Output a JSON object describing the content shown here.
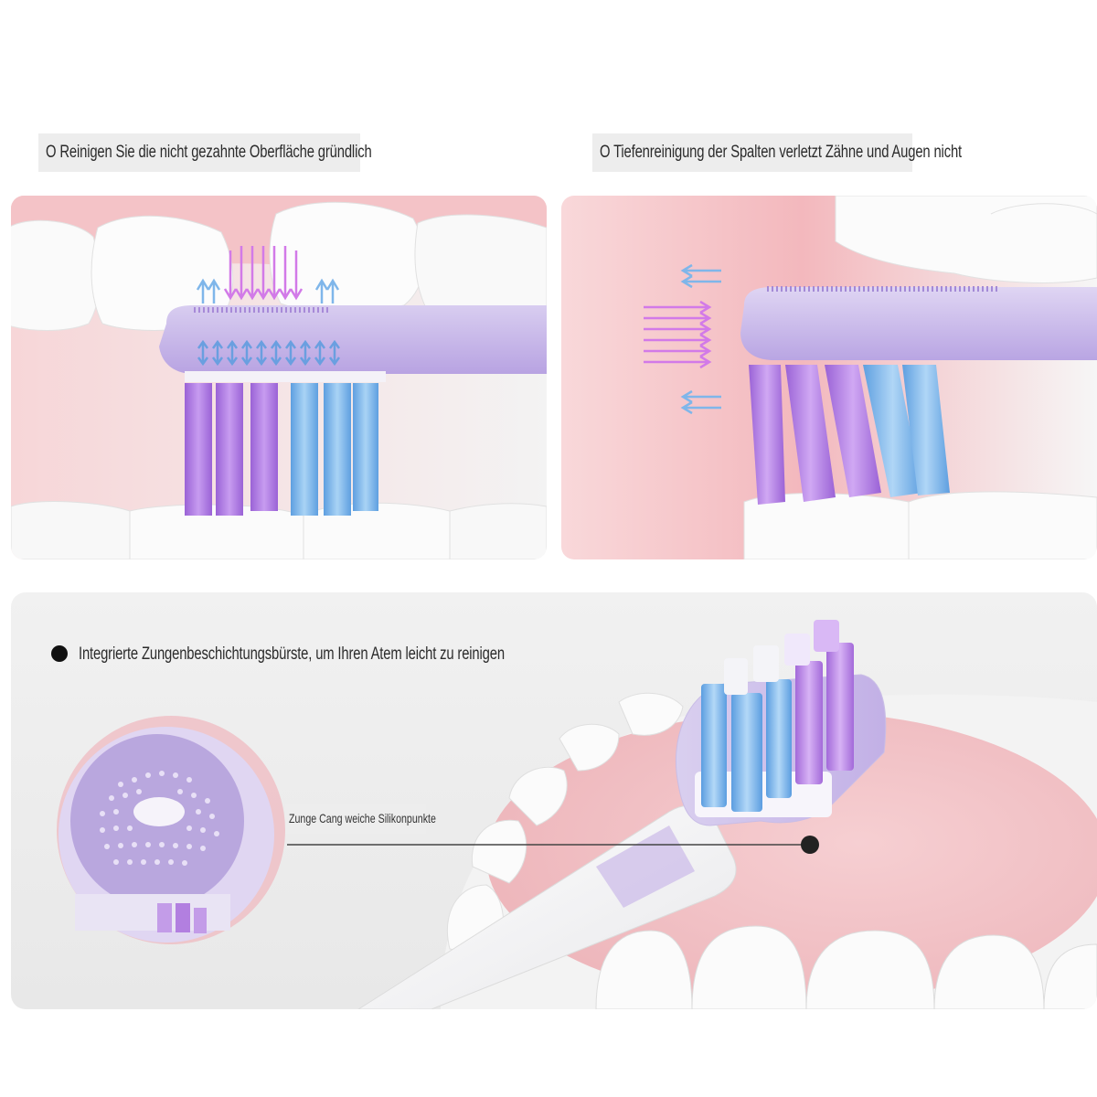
{
  "captions": {
    "surface_cleaning": "O Reinigen Sie die nicht gezahnte Oberfläche gründlich",
    "gap_cleaning": "O Tiefenreinigung der Spalten verletzt Zähne und Augen nicht",
    "tongue_brush": "Integrierte Zungenbeschichtungsbürste, um Ihren Atem leicht zu reinigen",
    "silicone_dots": "Zunge Cang weiche Silikonpunkte"
  },
  "colors": {
    "gum_pink": "#f6c9cc",
    "tooth_white": "#fbfbfb",
    "brush_head_lavender": "#c9b9ea",
    "bristle_purple": "#b07ee0",
    "bristle_blue": "#7ab6ea",
    "arrow_blue": "#7fb6ea",
    "arrow_purple": "#d07ae6",
    "panel_bg": "#f1f1f1"
  }
}
